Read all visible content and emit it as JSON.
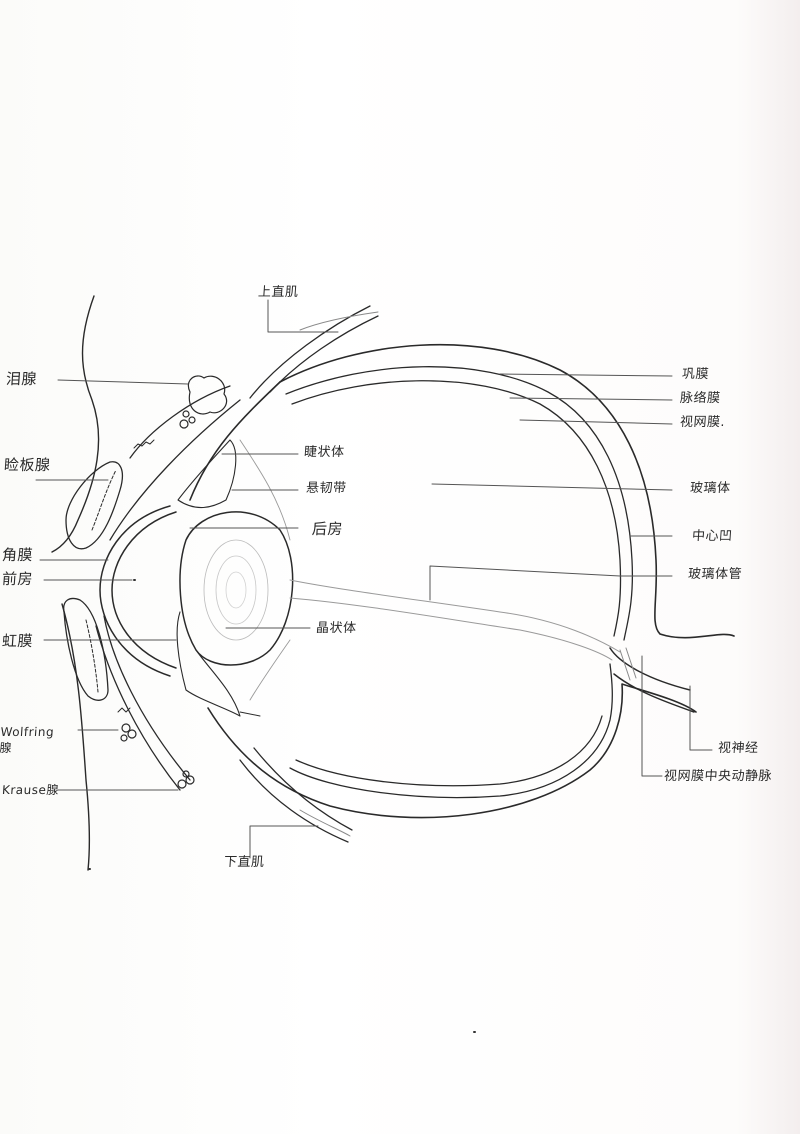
{
  "diagram": {
    "title": "",
    "subject": "eye sagittal section (hand drawn)",
    "colors": {
      "ink": "#2a2a2a",
      "light_ink": "#8a8a8a",
      "paper": "#fdfdfb"
    },
    "labels": {
      "superior_muscle": "上直肌",
      "lacrimal_gland": "泪腺",
      "tarsal_gland": "睑板腺",
      "cornea": "角膜",
      "anterior_chamber": "前房",
      "iris": "虹膜",
      "wolfring_gland": "Wolfring腺",
      "krause_gland": "Krause腺",
      "inferior_muscle": "下直肌",
      "ciliary_body": "睫状体",
      "zonule": "悬韧带",
      "posterior_chamber": "后房",
      "lens": "晶状体",
      "sclera": "巩膜",
      "choroid": "脉络膜",
      "retina": "视网膜.",
      "vitreous_body": "玻璃体",
      "fovea": "中心凹",
      "hyaloid_canal": "玻璃体管",
      "optic_nerve": "视神经",
      "central_retinal_artery_vein": "视网膜中央动静脉"
    }
  }
}
